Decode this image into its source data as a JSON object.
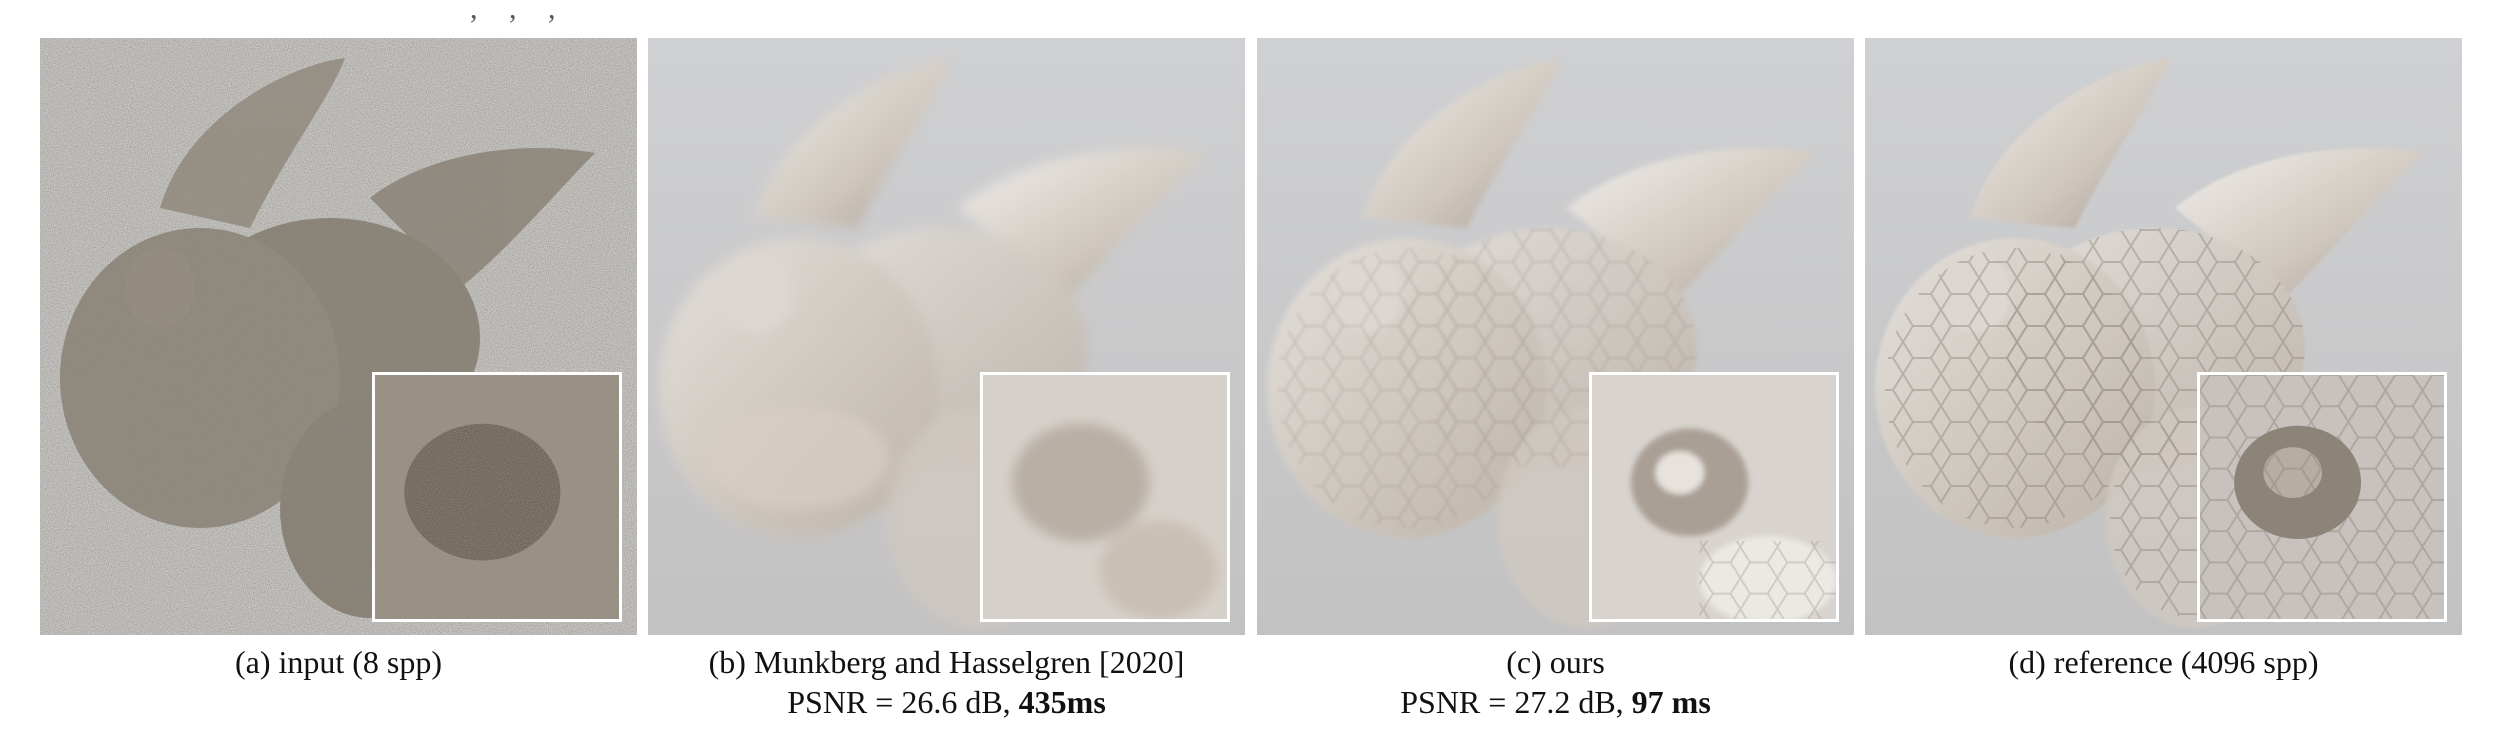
{
  "panels": [
    {
      "id": "a",
      "caption": "(a) input (8 spp)"
    },
    {
      "id": "b",
      "caption": "(b) Munkberg and Hasselgren [2020]",
      "metric_prefix": "PSNR = 26.6 dB, ",
      "metric_time": "435ms"
    },
    {
      "id": "c",
      "caption": "(c) ours",
      "metric_prefix": "PSNR = 27.2 dB, ",
      "metric_time": "97 ms"
    },
    {
      "id": "d",
      "caption": "(d) reference (4096 spp)"
    }
  ],
  "colors": {
    "background_gray": "#c9cacd",
    "statue_light": "#e6e1dc",
    "statue_shadow": "#9e958c",
    "noise_dark": "#4b4438",
    "inset_border": "#ffffff"
  }
}
